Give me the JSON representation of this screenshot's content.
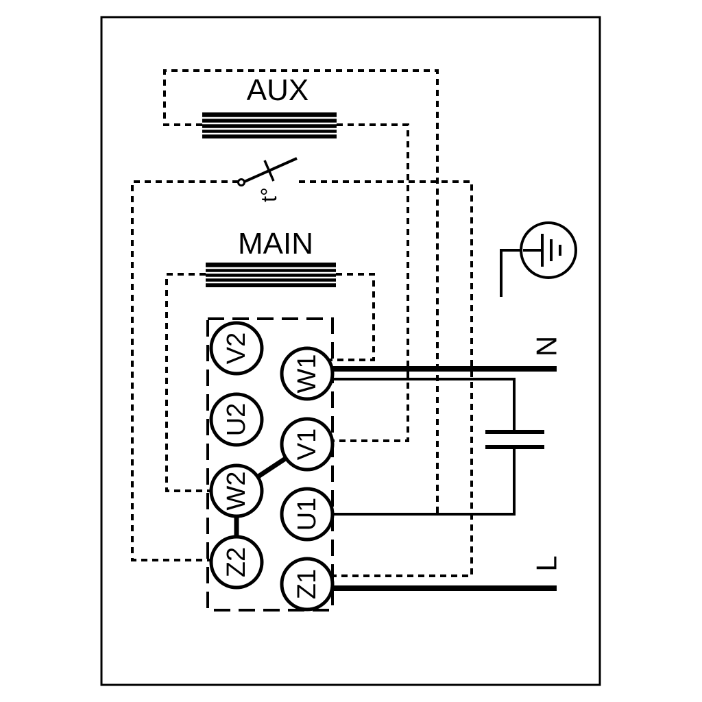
{
  "diagram": {
    "windings": {
      "aux_label": "AUX",
      "main_label": "MAIN"
    },
    "thermal_switch": {
      "label": "t°"
    },
    "power_lines": {
      "neutral_label": "N",
      "live_label": "L"
    },
    "terminals": {
      "left_column": [
        "V2",
        "U2",
        "W2",
        "Z2"
      ],
      "right_column": [
        "W1",
        "V1",
        "U1",
        "Z1"
      ]
    },
    "links": [
      "W2-V1",
      "W2-Z2"
    ],
    "colors": {
      "line": "#000000",
      "background": "#ffffff"
    }
  }
}
